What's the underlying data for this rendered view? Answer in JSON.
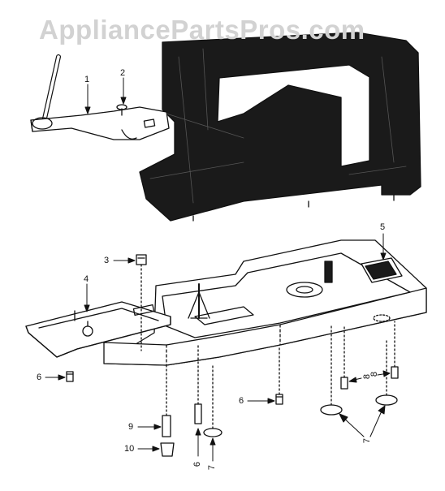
{
  "watermark": "AppliancePartsPros.com",
  "callouts": {
    "c1": "1",
    "c2": "2",
    "c3": "3",
    "c4": "4",
    "c5": "5",
    "c6a": "6",
    "c6b": "6",
    "c6c": "6",
    "c7a": "7",
    "c7b": "7",
    "c8a": "8",
    "c8b": "8",
    "c9": "9",
    "c10": "10"
  },
  "colors": {
    "ink": "#111111",
    "machine": "#1a1a1a",
    "watermark": "#d2d2d2"
  }
}
